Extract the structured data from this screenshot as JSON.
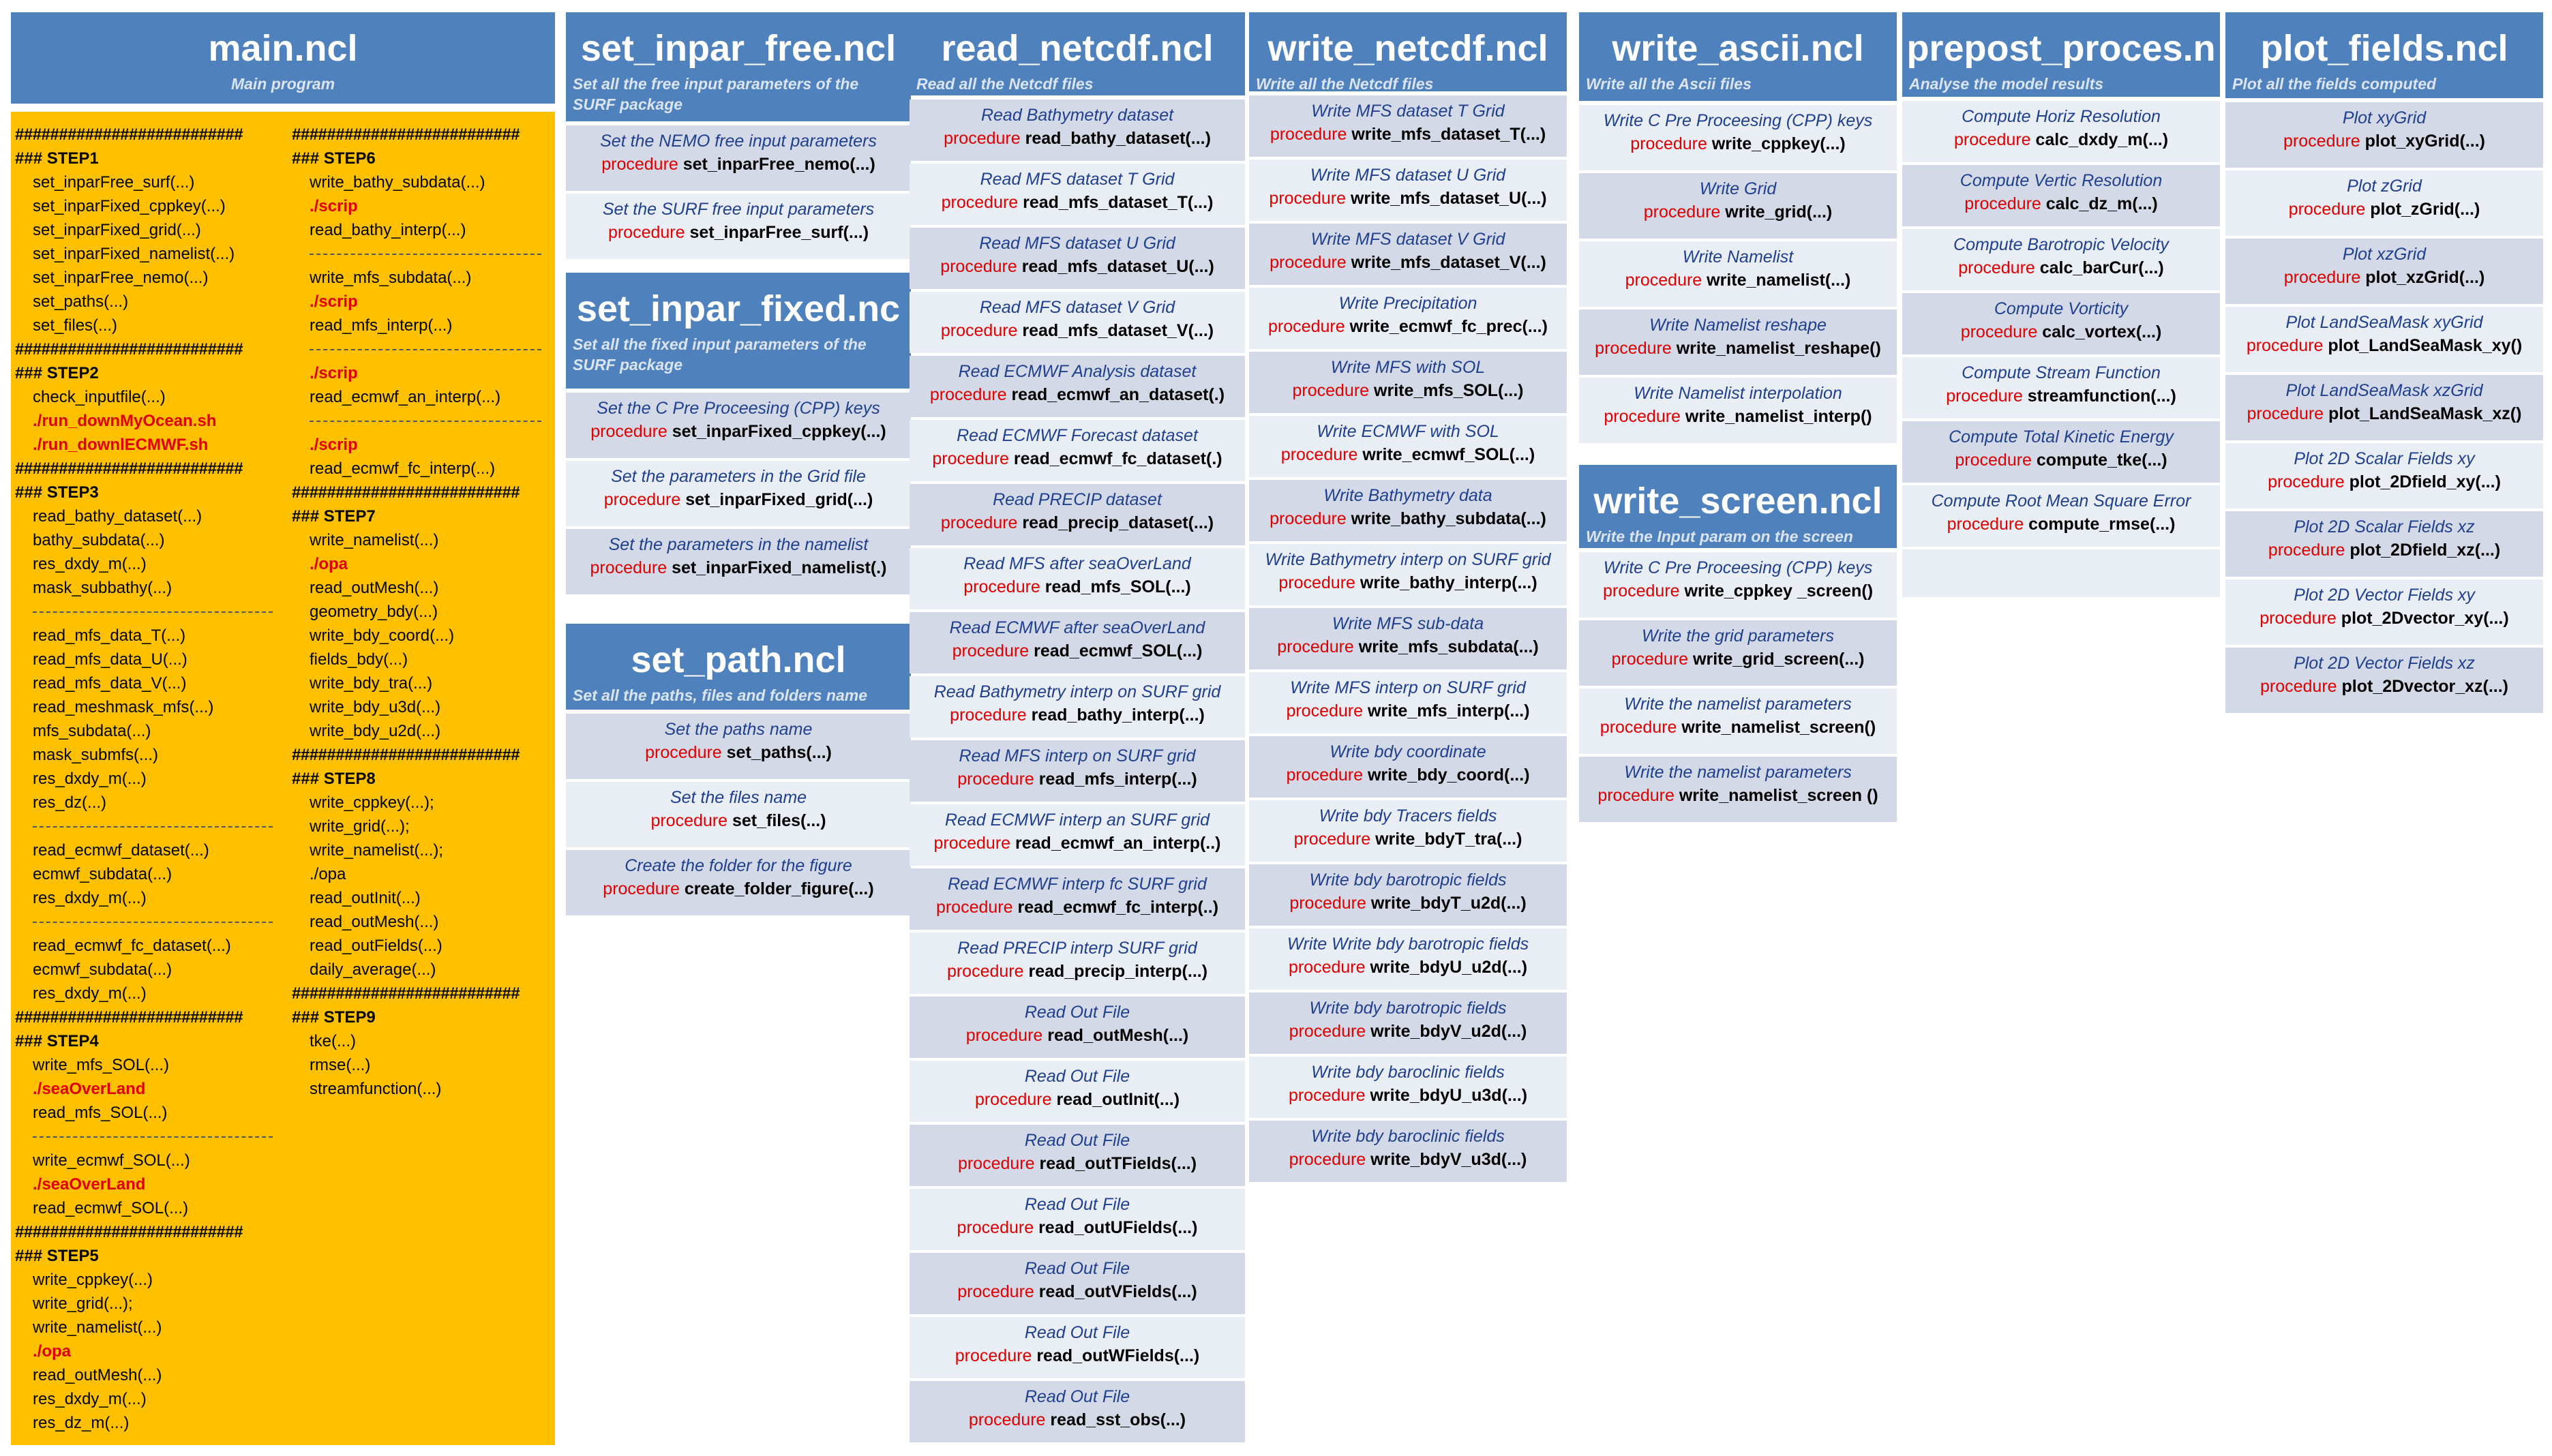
{
  "main": {
    "title": "main.ncl",
    "subtitle": "Main program",
    "left_column": [
      {
        "t": "hash",
        "text": "##########################"
      },
      {
        "t": "step",
        "text": "### STEP1"
      },
      {
        "t": "call",
        "text": "set_inparFree_surf(...)"
      },
      {
        "t": "call",
        "text": "set_inparFixed_cppkey(...)"
      },
      {
        "t": "call",
        "text": "set_inparFixed_grid(...)"
      },
      {
        "t": "call",
        "text": "set_inparFixed_namelist(...)"
      },
      {
        "t": "call",
        "text": "set_inparFree_nemo(...)"
      },
      {
        "t": "call",
        "text": "set_paths(...)"
      },
      {
        "t": "call",
        "text": "set_files(...)"
      },
      {
        "t": "hash",
        "text": "##########################"
      },
      {
        "t": "step",
        "text": "### STEP2"
      },
      {
        "t": "call",
        "text": "check_inputfile(...)"
      },
      {
        "t": "script",
        "text": "./run_downMyOcean.sh"
      },
      {
        "t": "script",
        "text": "./run_downlECMWF.sh"
      },
      {
        "t": "hash",
        "text": "##########################"
      },
      {
        "t": "step",
        "text": "### STEP3"
      },
      {
        "t": "call",
        "text": "read_bathy_dataset(...)"
      },
      {
        "t": "call",
        "text": "bathy_subdata(...)"
      },
      {
        "t": "call",
        "text": "res_dxdy_m(...)"
      },
      {
        "t": "call",
        "text": "mask_subbathy(...)"
      },
      {
        "t": "sep",
        "text": ""
      },
      {
        "t": "call",
        "text": "read_mfs_data_T(...)"
      },
      {
        "t": "call",
        "text": "read_mfs_data_U(...)"
      },
      {
        "t": "call",
        "text": "read_mfs_data_V(...)"
      },
      {
        "t": "call",
        "text": "read_meshmask_mfs(...)"
      },
      {
        "t": "call",
        "text": "mfs_subdata(...)"
      },
      {
        "t": "call",
        "text": "mask_submfs(...)"
      },
      {
        "t": "call",
        "text": "res_dxdy_m(...)"
      },
      {
        "t": "call",
        "text": "res_dz(...)"
      },
      {
        "t": "sep",
        "text": ""
      },
      {
        "t": "call",
        "text": "read_ecmwf_dataset(...)"
      },
      {
        "t": "call",
        "text": "ecmwf_subdata(...)"
      },
      {
        "t": "call",
        "text": "res_dxdy_m(...)"
      },
      {
        "t": "sep",
        "text": ""
      },
      {
        "t": "call",
        "text": "read_ecmwf_fc_dataset(...)"
      },
      {
        "t": "call",
        "text": "ecmwf_subdata(...)"
      },
      {
        "t": "call",
        "text": "res_dxdy_m(...)"
      },
      {
        "t": "hash",
        "text": "##########################"
      },
      {
        "t": "step",
        "text": "### STEP4"
      },
      {
        "t": "call",
        "text": "write_mfs_SOL(...)"
      },
      {
        "t": "script",
        "text": "./seaOverLand"
      },
      {
        "t": "call",
        "text": "read_mfs_SOL(...)"
      },
      {
        "t": "sep",
        "text": ""
      },
      {
        "t": "call",
        "text": "write_ecmwf_SOL(...)"
      },
      {
        "t": "script",
        "text": "./seaOverLand"
      },
      {
        "t": "call",
        "text": "read_ecmwf_SOL(...)"
      },
      {
        "t": "hash",
        "text": "##########################"
      },
      {
        "t": "step",
        "text": "### STEP5"
      },
      {
        "t": "call",
        "text": "write_cppkey(...)"
      },
      {
        "t": "call",
        "text": "write_grid(...);"
      },
      {
        "t": "call",
        "text": "write_namelist(...)"
      },
      {
        "t": "script",
        "text": "./opa"
      },
      {
        "t": "call",
        "text": "read_outMesh(...)"
      },
      {
        "t": "call",
        "text": "res_dxdy_m(...)"
      },
      {
        "t": "call",
        "text": "res_dz_m(...)"
      }
    ],
    "right_column": [
      {
        "t": "hash",
        "text": "##########################"
      },
      {
        "t": "step",
        "text": "### STEP6"
      },
      {
        "t": "call",
        "text": "write_bathy_subdata(...)"
      },
      {
        "t": "script",
        "text": "./scrip"
      },
      {
        "t": "call",
        "text": "read_bathy_interp(...)"
      },
      {
        "t": "sep",
        "text": ""
      },
      {
        "t": "call",
        "text": "write_mfs_subdata(...)"
      },
      {
        "t": "script",
        "text": "./scrip"
      },
      {
        "t": "call",
        "text": "read_mfs_interp(...)"
      },
      {
        "t": "sep",
        "text": ""
      },
      {
        "t": "script",
        "text": "./scrip"
      },
      {
        "t": "call",
        "text": "read_ecmwf_an_interp(...)"
      },
      {
        "t": "sep",
        "text": ""
      },
      {
        "t": "script",
        "text": "./scrip"
      },
      {
        "t": "call",
        "text": "read_ecmwf_fc_interp(...)"
      },
      {
        "t": "hash",
        "text": "##########################"
      },
      {
        "t": "step",
        "text": "### STEP7"
      },
      {
        "t": "call",
        "text": "write_namelist(...)"
      },
      {
        "t": "script",
        "text": "./opa"
      },
      {
        "t": "call",
        "text": "read_outMesh(...)"
      },
      {
        "t": "call",
        "text": "geometry_bdy(...)"
      },
      {
        "t": "call",
        "text": "write_bdy_coord(...)"
      },
      {
        "t": "call",
        "text": "fields_bdy(...)"
      },
      {
        "t": "call",
        "text": "write_bdy_tra(...)"
      },
      {
        "t": "call",
        "text": "write_bdy_u3d(...)"
      },
      {
        "t": "call",
        "text": "write_bdy_u2d(...)"
      },
      {
        "t": "hash",
        "text": "##########################"
      },
      {
        "t": "step",
        "text": "### STEP8"
      },
      {
        "t": "call",
        "text": "write_cppkey(...);"
      },
      {
        "t": "call",
        "text": "write_grid(...);"
      },
      {
        "t": "call",
        "text": "write_namelist(...);"
      },
      {
        "t": "call",
        "text": "./opa"
      },
      {
        "t": "call",
        "text": "read_outInit(...)"
      },
      {
        "t": "call",
        "text": "read_outMesh(...)"
      },
      {
        "t": "call",
        "text": "read_outFields(...)"
      },
      {
        "t": "call",
        "text": "daily_average(...)"
      },
      {
        "t": "hash",
        "text": "##########################"
      },
      {
        "t": "step",
        "text": "### STEP9"
      },
      {
        "t": "call",
        "text": "tke(...)"
      },
      {
        "t": "call",
        "text": "rmse(...)"
      },
      {
        "t": "call",
        "text": "streamfunction(...)"
      }
    ]
  },
  "set_inpar_free": {
    "title": "set_inpar_free.ncl",
    "subtitle": "Set all the free input parameters of the SURF package",
    "entries": [
      {
        "title": "Set the NEMO free input parameters",
        "keyword": "procedure",
        "name": "set_inparFree_nemo(...)"
      },
      {
        "title": "Set the SURF free input parameters",
        "keyword": "procedure",
        "name": "set_inparFree_surf(...)"
      }
    ]
  },
  "set_inpar_fixed": {
    "title": "set_inpar_fixed.nc",
    "subtitle": "Set all the fixed input parameters of the SURF package",
    "entries": [
      {
        "title": "Set the C Pre Proceesing (CPP) keys",
        "keyword": "procedure",
        "name": "set_inparFixed_cppkey(...)"
      },
      {
        "title": "Set the parameters in the Grid file",
        "keyword": "procedure",
        "name": "set_inparFixed_grid(...)"
      },
      {
        "title": "Set the parameters in the namelist",
        "keyword": "procedure",
        "name": "set_inparFixed_namelist(.)"
      }
    ]
  },
  "set_path": {
    "title": "set_path.ncl",
    "subtitle": "Set all the paths, files and folders name",
    "entries": [
      {
        "title": "Set the paths name",
        "keyword": "procedure",
        "name": "set_paths(...)"
      },
      {
        "title": "Set the files name",
        "keyword": "procedure",
        "name": "set_files(...)"
      },
      {
        "title": "Create the folder for the figure",
        "keyword": "procedure",
        "name": "create_folder_figure(...)"
      }
    ]
  },
  "read_netcdf": {
    "title": "read_netcdf.ncl",
    "subtitle": "Read all the Netcdf files",
    "entries": [
      {
        "title": "Read Bathymetry dataset",
        "keyword": "procedure",
        "name": "read_bathy_dataset(...)"
      },
      {
        "title": "Read MFS dataset T Grid",
        "keyword": "procedure",
        "name": "read_mfs_dataset_T(...)"
      },
      {
        "title": "Read MFS dataset U Grid",
        "keyword": "procedure",
        "name": "read_mfs_dataset_U(...)"
      },
      {
        "title": "Read MFS dataset V Grid",
        "keyword": "procedure",
        "name": "read_mfs_dataset_V(...)"
      },
      {
        "title": "Read ECMWF Analysis dataset",
        "keyword": "procedure",
        "name": "read_ecmwf_an_dataset(.)"
      },
      {
        "title": "Read ECMWF Forecast dataset",
        "keyword": "procedure",
        "name": "read_ecmwf_fc_dataset(.)"
      },
      {
        "title": "Read PRECIP dataset",
        "keyword": "procedure",
        "name": "read_precip_dataset(...)"
      },
      {
        "title": "Read MFS after seaOverLand",
        "keyword": "procedure",
        "name": "read_mfs_SOL(...)"
      },
      {
        "title": "Read ECMWF after seaOverLand",
        "keyword": "procedure",
        "name": "read_ecmwf_SOL(...)"
      },
      {
        "title": "Read Bathymetry interp on SURF grid",
        "keyword": "procedure",
        "name": "read_bathy_interp(...)"
      },
      {
        "title": "Read MFS interp on SURF grid",
        "keyword": "procedure",
        "name": "read_mfs_interp(...)"
      },
      {
        "title": "Read ECMWF interp an SURF grid",
        "keyword": "procedure",
        "name": "read_ecmwf_an_interp(..)"
      },
      {
        "title": "Read ECMWF interp fc SURF grid",
        "keyword": "procedure",
        "name": "read_ecmwf_fc_interp(..)"
      },
      {
        "title": "Read PRECIP interp SURF grid",
        "keyword": "procedure",
        "name": "read_precip_interp(...)"
      },
      {
        "title": "Read Out File",
        "keyword": "procedure",
        "name": "read_outMesh(...)"
      },
      {
        "title": "Read Out File",
        "keyword": "procedure",
        "name": "read_outInit(...)"
      },
      {
        "title": "Read Out File",
        "keyword": "procedure",
        "name": "read_outTFields(...)"
      },
      {
        "title": "Read Out File",
        "keyword": "procedure",
        "name": "read_outUFields(...)"
      },
      {
        "title": "Read Out File",
        "keyword": "procedure",
        "name": "read_outVFields(...)"
      },
      {
        "title": "Read Out File",
        "keyword": "procedure",
        "name": "read_outWFields(...)"
      },
      {
        "title": "Read Out File",
        "keyword": "procedure",
        "name": "read_sst_obs(...)"
      }
    ]
  },
  "write_netcdf": {
    "title": "write_netcdf.ncl",
    "subtitle": "Write all the Netcdf files",
    "entries": [
      {
        "title": "Write MFS dataset T Grid",
        "keyword": "procedure",
        "name": "write_mfs_dataset_T(...)"
      },
      {
        "title": "Write MFS dataset U Grid",
        "keyword": "procedure",
        "name": "write_mfs_dataset_U(...)"
      },
      {
        "title": "Write MFS dataset V Grid",
        "keyword": "procedure",
        "name": "write_mfs_dataset_V(...)"
      },
      {
        "title": "Write Precipitation",
        "keyword": "procedure",
        "name": "write_ecmwf_fc_prec(...)"
      },
      {
        "title": "Write MFS with SOL",
        "keyword": "procedure",
        "name": "write_mfs_SOL(...)"
      },
      {
        "title": "Write ECMWF with SOL",
        "keyword": "procedure",
        "name": "write_ecmwf_SOL(...)"
      },
      {
        "title": "Write Bathymetry data",
        "keyword": "procedure",
        "name": "write_bathy_subdata(...)"
      },
      {
        "title": "Write Bathymetry interp on SURF grid",
        "keyword": "procedure",
        "name": "write_bathy_interp(...)"
      },
      {
        "title": "Write MFS sub-data",
        "keyword": "procedure",
        "name": "write_mfs_subdata(...)"
      },
      {
        "title": "Write MFS interp on SURF grid",
        "keyword": "procedure",
        "name": "write_mfs_interp(...)"
      },
      {
        "title": "Write bdy coordinate",
        "keyword": "procedure",
        "name": "write_bdy_coord(...)"
      },
      {
        "title": "Write bdy Tracers fields",
        "keyword": "procedure",
        "name": "write_bdyT_tra(...)"
      },
      {
        "title": "Write bdy barotropic fields",
        "keyword": "procedure",
        "name": "write_bdyT_u2d(...)"
      },
      {
        "title": "Write Write bdy barotropic fields",
        "keyword": "procedure",
        "name": "write_bdyU_u2d(...)"
      },
      {
        "title": "Write bdy barotropic fields",
        "keyword": "procedure",
        "name": "write_bdyV_u2d(...)"
      },
      {
        "title": "Write bdy baroclinic fields",
        "keyword": "procedure",
        "name": "write_bdyU_u3d(...)"
      },
      {
        "title": "Write bdy baroclinic fields",
        "keyword": "procedure",
        "name": "write_bdyV_u3d(...)"
      }
    ]
  },
  "write_ascii": {
    "title": "write_ascii.ncl",
    "subtitle": "Write all the Ascii files",
    "entries": [
      {
        "title": "Write C Pre Proceesing (CPP) keys",
        "keyword": "procedure",
        "name": "write_cppkey(...)"
      },
      {
        "title": "Write Grid",
        "keyword": "procedure",
        "name": "write_grid(...)"
      },
      {
        "title": "Write Namelist",
        "keyword": "procedure",
        "name": "write_namelist(...)"
      },
      {
        "title": "Write Namelist reshape",
        "keyword": "procedure",
        "name": "write_namelist_reshape()"
      },
      {
        "title": "Write Namelist interpolation",
        "keyword": "procedure",
        "name": "write_namelist_interp()"
      }
    ]
  },
  "write_screen": {
    "title": "write_screen.ncl",
    "subtitle": "Write the Input param on the screen",
    "entries": [
      {
        "title": "Write C Pre Proceesing (CPP) keys",
        "keyword": "procedure",
        "name": "write_cppkey _screen()"
      },
      {
        "title": "Write the grid parameters",
        "keyword": "procedure",
        "name": "write_grid_screen(...)"
      },
      {
        "title": "Write the namelist parameters",
        "keyword": "procedure",
        "name": "write_namelist_screen()"
      },
      {
        "title": "Write the namelist parameters",
        "keyword": "procedure",
        "name": "write_namelist_screen ()"
      }
    ]
  },
  "prepost": {
    "title": "prepost_proces.n",
    "subtitle": "Analyse the model results",
    "entries": [
      {
        "title": "Compute Horiz Resolution",
        "keyword": "procedure",
        "name": "calc_dxdy_m(...)"
      },
      {
        "title": "Compute Vertic Resolution",
        "keyword": "procedure",
        "name": "calc_dz_m(...)"
      },
      {
        "title": "Compute Barotropic Velocity",
        "keyword": "procedure",
        "name": "calc_barCur(...)"
      },
      {
        "title": "Compute Vorticity",
        "keyword": "procedure",
        "name": "calc_vortex(...)"
      },
      {
        "title": "Compute Stream Function",
        "keyword": "procedure",
        "name": "streamfunction(...)"
      },
      {
        "title": "Compute Total Kinetic Energy",
        "keyword": "procedure",
        "name": "compute_tke(...)"
      },
      {
        "title": "Compute Root Mean Square Error",
        "keyword": "procedure",
        "name": "compute_rmse(...)"
      }
    ]
  },
  "plot_fields": {
    "title": "plot_fields.ncl",
    "subtitle": "Plot all the fields computed",
    "entries": [
      {
        "title": "Plot xyGrid",
        "keyword": "procedure",
        "name": "plot_xyGrid(...)"
      },
      {
        "title": "Plot zGrid",
        "keyword": "procedure",
        "name": "plot_zGrid(...)"
      },
      {
        "title": "Plot xzGrid",
        "keyword": "procedure",
        "name": "plot_xzGrid(...)"
      },
      {
        "title": "Plot LandSeaMask xyGrid",
        "keyword": "procedure",
        "name": "plot_LandSeaMask_xy()"
      },
      {
        "title": "Plot LandSeaMask xzGrid",
        "keyword": "procedure",
        "name": "plot_LandSeaMask_xz()"
      },
      {
        "title": "Plot 2D Scalar Fields xy",
        "keyword": "procedure",
        "name": "plot_2Dfield_xy(...)"
      },
      {
        "title": "Plot 2D Scalar Fields xz",
        "keyword": "procedure",
        "name": "plot_2Dfield_xz(...)"
      },
      {
        "title": "Plot 2D Vector Fields xy",
        "keyword": "procedure",
        "name": "plot_2Dvector_xy(...)"
      },
      {
        "title": "Plot 2D Vector Fields xz",
        "keyword": "procedure",
        "name": "plot_2Dvector_xz(...)"
      }
    ]
  }
}
